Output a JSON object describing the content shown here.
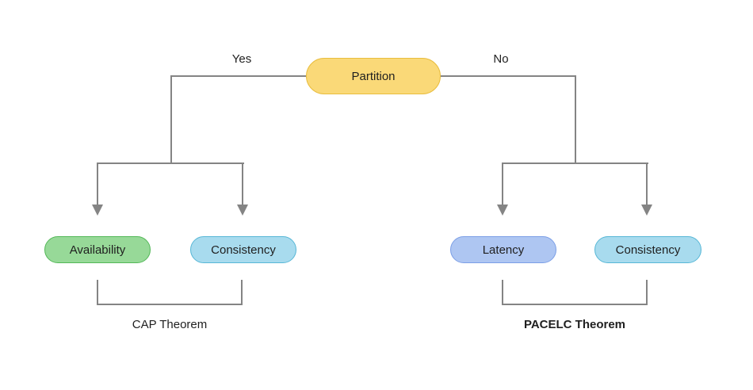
{
  "diagram": {
    "title_hint": "Partition decision tree (CAP vs PACELC)",
    "root": {
      "label": "Partition"
    },
    "branch_labels": {
      "yes": "Yes",
      "no": "No"
    },
    "left": {
      "nodes": [
        {
          "label": "Availability"
        },
        {
          "label": "Consistency"
        }
      ],
      "caption": "CAP Theorem"
    },
    "right": {
      "nodes": [
        {
          "label": "Latency"
        },
        {
          "label": "Consistency"
        }
      ],
      "caption": "PACELC Theorem"
    },
    "colors": {
      "partition_fill": "#FAD978",
      "partition_border": "#E9BD3E",
      "availability_fill": "#97D998",
      "availability_border": "#53B858",
      "consistency_fill": "#A8DBEE",
      "consistency_border": "#57B7D6",
      "latency_fill": "#AEC6F2",
      "latency_border": "#7C9FE6",
      "line": "#848484",
      "text": "#1F1F1F"
    }
  }
}
